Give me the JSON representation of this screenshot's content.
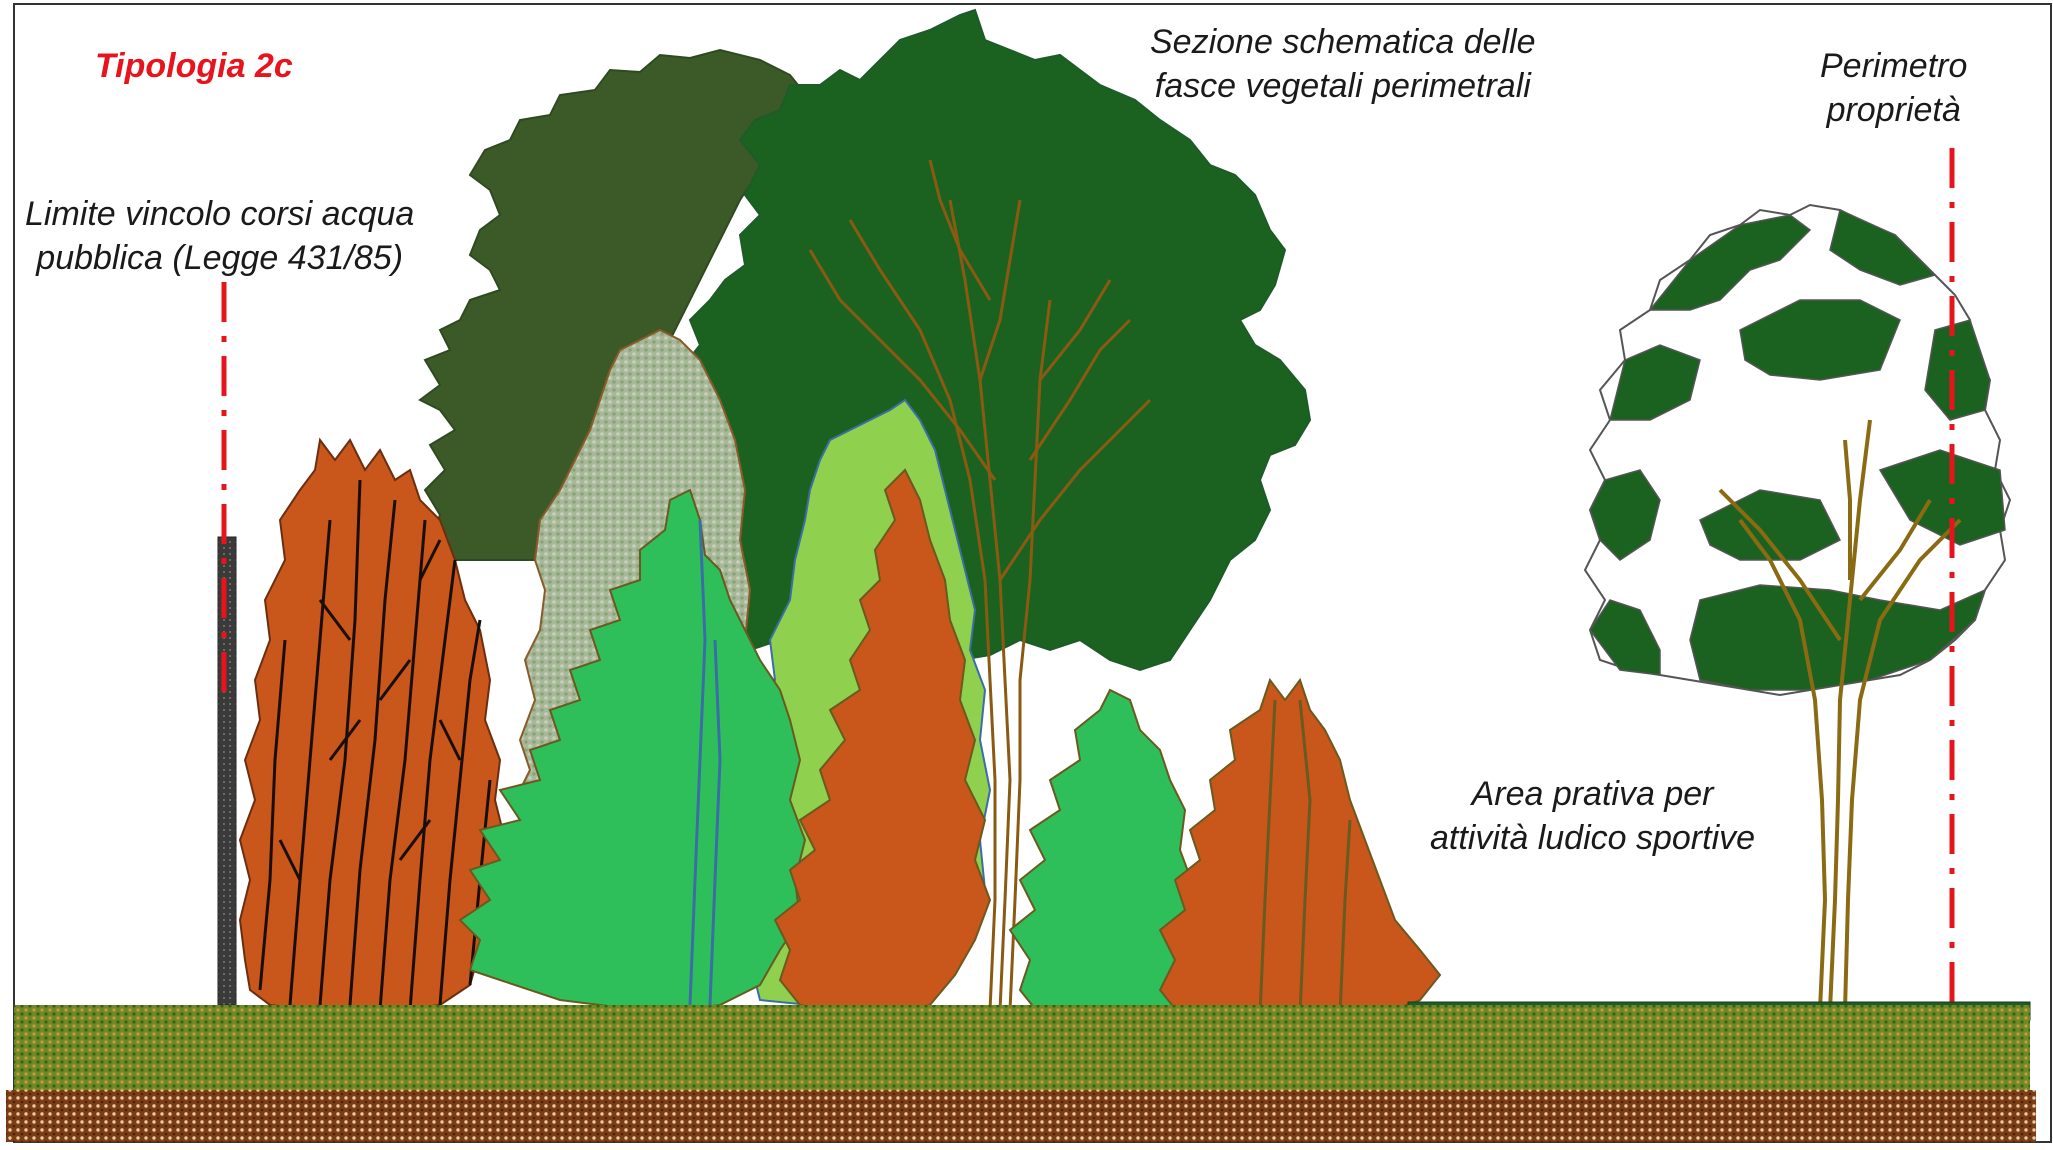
{
  "labels": {
    "title": "Tipologia 2c",
    "section_title": [
      "Sezione schematica delle",
      "fasce vegetali perimetrali"
    ],
    "perimeter": [
      "Perimetro",
      "proprietà"
    ],
    "water_limit": [
      "Limite vincolo corsi acqua",
      "pubblica (Legge 431/85)"
    ],
    "meadow": [
      "Area prativa per",
      "attività ludico sportive"
    ]
  },
  "colors": {
    "title_red": "#e8141d",
    "boundary_line_red": "#e8141d",
    "dark_green_canopy": "#1b6220",
    "olive_canopy": "#3c5a28",
    "light_green_shrub": "#8fd14f",
    "grey_green_shrub": "#a7b79a",
    "bright_green_leaves": "#2fbf5a",
    "rust_orange_foliage": "#c9561a",
    "ground_green": "#6e8a28",
    "ground_brown": "#7a3d14",
    "meadow_strip": "#1f5a2a"
  },
  "icons": [
    "tree-icon",
    "shrub-icon",
    "fence-post-icon",
    "boundary-line-icon"
  ]
}
